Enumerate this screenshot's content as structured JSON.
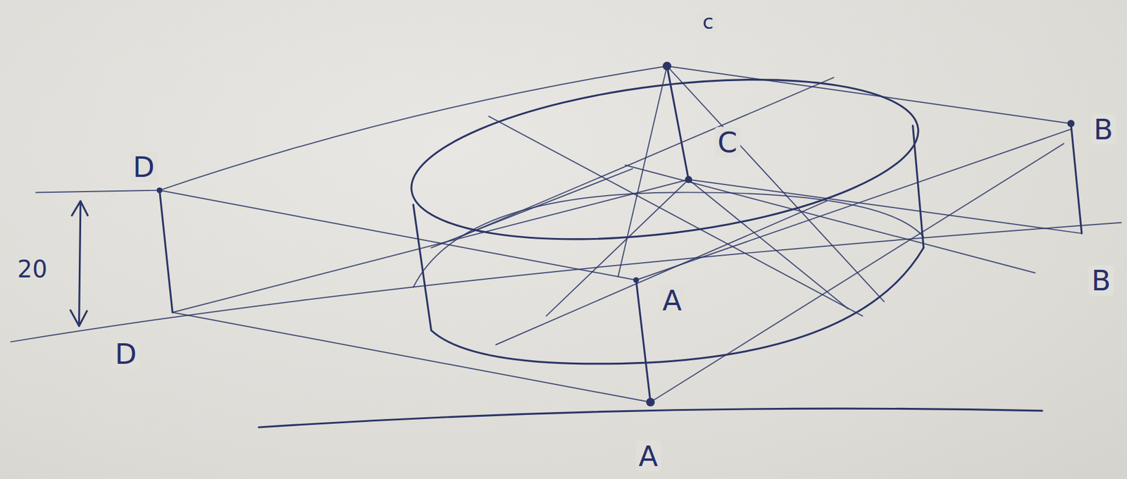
{
  "diagram": {
    "labels": [
      "c",
      "C",
      "D",
      "B",
      "20",
      "A",
      "B",
      "D",
      "A"
    ]
  }
}
